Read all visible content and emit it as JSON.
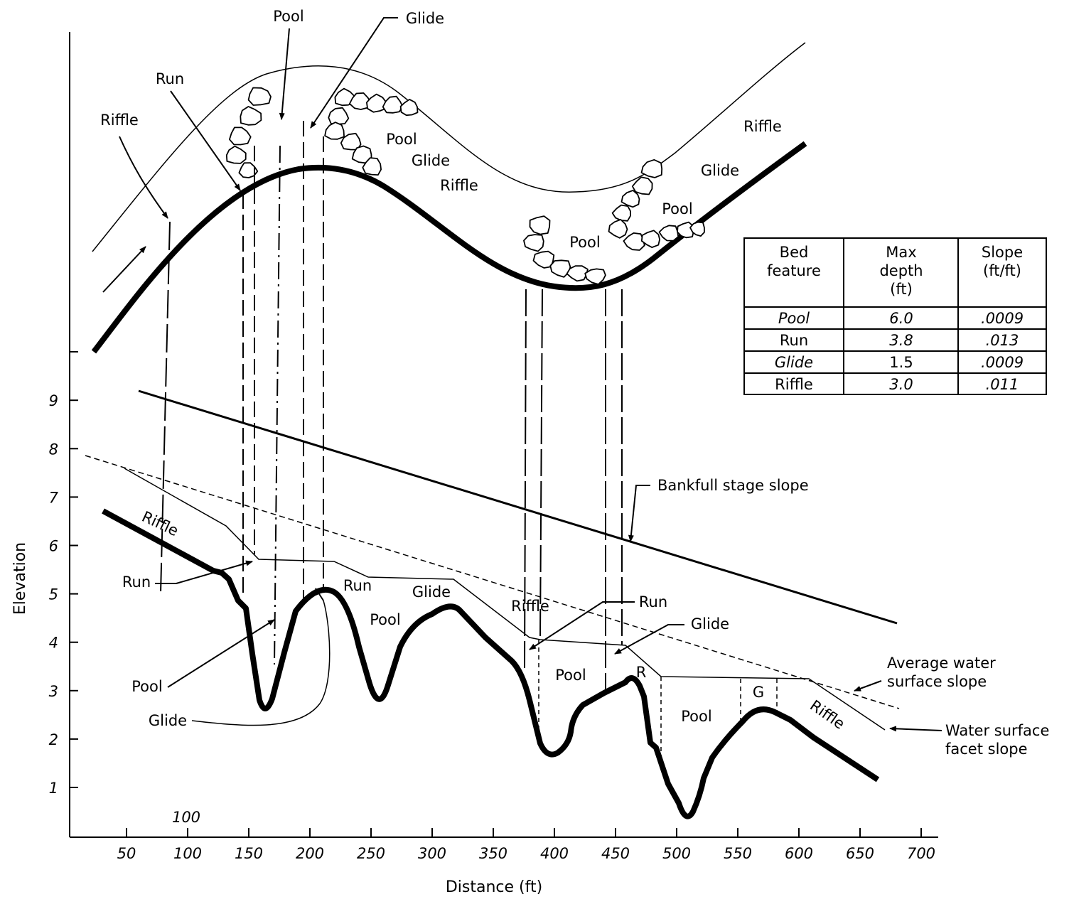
{
  "axes": {
    "x_title": "Distance (ft)",
    "y_title": "Elevation",
    "x_ticks": [
      "50",
      "100",
      "150",
      "200",
      "250",
      "300",
      "350",
      "400",
      "450",
      "500",
      "550",
      "600",
      "650",
      "700"
    ],
    "y_ticks": [
      "1",
      "2",
      "3",
      "4",
      "5",
      "6",
      "7",
      "8",
      "9"
    ],
    "stray_label": "100"
  },
  "plan_view_labels": {
    "pool_top": "Pool",
    "glide_top": "Glide",
    "run": "Run",
    "riffle_left": "Riffle",
    "pool_bend": "Pool",
    "glide_bend": "Glide",
    "riffle_bend": "Riffle",
    "riffle_right": "Riffle",
    "glide_right": "Glide",
    "pool_right": "Pool",
    "pool_bottom": "Pool"
  },
  "profile_labels": {
    "riffle_1": "Riffle",
    "run_1": "Run",
    "run_2": "Run",
    "glide_2": "Glide",
    "pool_2": "Pool",
    "riffle_2": "Riffle",
    "run_3": "Run",
    "glide_3": "Glide",
    "pool_3": "Pool",
    "r_short": "R",
    "pool_4": "Pool",
    "g_short": "G",
    "riffle_4": "Riffle",
    "pool_1": "Pool",
    "glide_1": "Glide",
    "bankfull": "Bankfull stage slope",
    "avg_line1": "Average water",
    "avg_line2": "surface slope",
    "facet_line1": "Water surface",
    "facet_line2": "facet slope"
  },
  "table": {
    "headers": [
      [
        "Bed",
        "feature"
      ],
      [
        "Max",
        "depth",
        "(ft)"
      ],
      [
        "Slope",
        "(ft/ft)"
      ]
    ],
    "rows": [
      [
        "Pool",
        "6.0",
        ".0009"
      ],
      [
        "Run",
        "3.8",
        ".013"
      ],
      [
        "Glide",
        "1.5",
        ".0009"
      ],
      [
        "Riffle",
        "3.0",
        ".011"
      ]
    ]
  }
}
